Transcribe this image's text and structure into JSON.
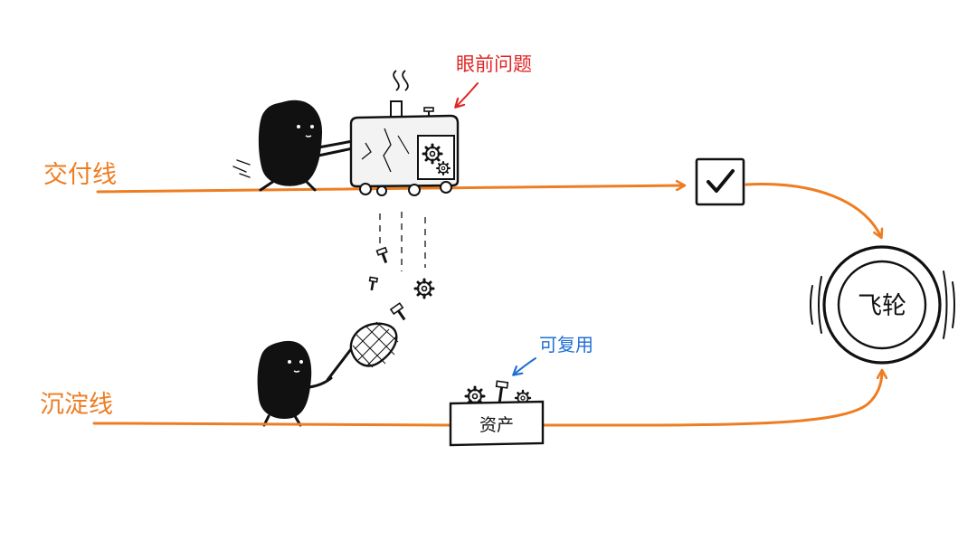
{
  "labels": {
    "delivery_line": "交付线",
    "sediment_line": "沉淀线",
    "immediate_problem": "眼前问题",
    "reusable": "可复用",
    "assets_box": "资产",
    "flywheel": "飞轮"
  },
  "colors": {
    "line": "#ee7d22",
    "problem_note": "#e02424",
    "reuse_note": "#1f6fd6",
    "ink": "#111111",
    "machine_fill": "#f3f3f3"
  },
  "icons": {
    "check": "check-icon",
    "gear": "gear-icon",
    "bolt": "bolt-icon",
    "net": "net-icon"
  }
}
